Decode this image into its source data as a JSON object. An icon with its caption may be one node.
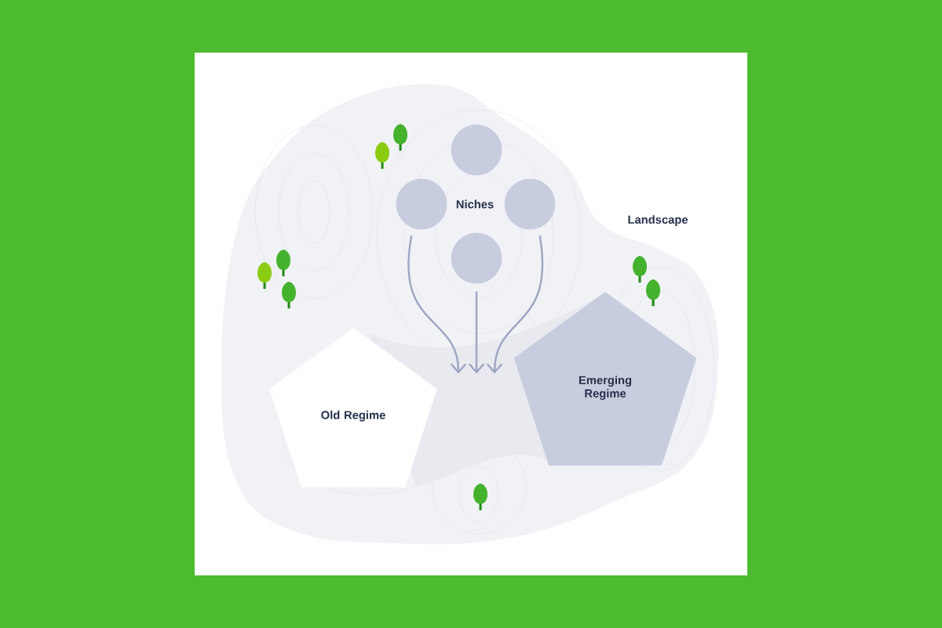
{
  "diagram": {
    "nodes": [
      {
        "text": [],
        "shape": "circle"
      },
      {
        "text": [],
        "shape": "circle"
      },
      {
        "text": [],
        "shape": "circle"
      },
      {
        "text": [],
        "shape": "circle"
      },
      {
        "text": [
          "Old Regime"
        ]
      },
      {
        "text": [
          "Emerging Regime"
        ]
      }
    ],
    "edges": [
      {
        "from": 1,
        "to": null,
        "arrow": "to"
      },
      {
        "from": 3,
        "to": null,
        "arrow": "to"
      },
      {
        "from": 2,
        "to": null,
        "arrow": "to"
      }
    ],
    "labels": [
      "Niches",
      "Landscape"
    ]
  }
}
